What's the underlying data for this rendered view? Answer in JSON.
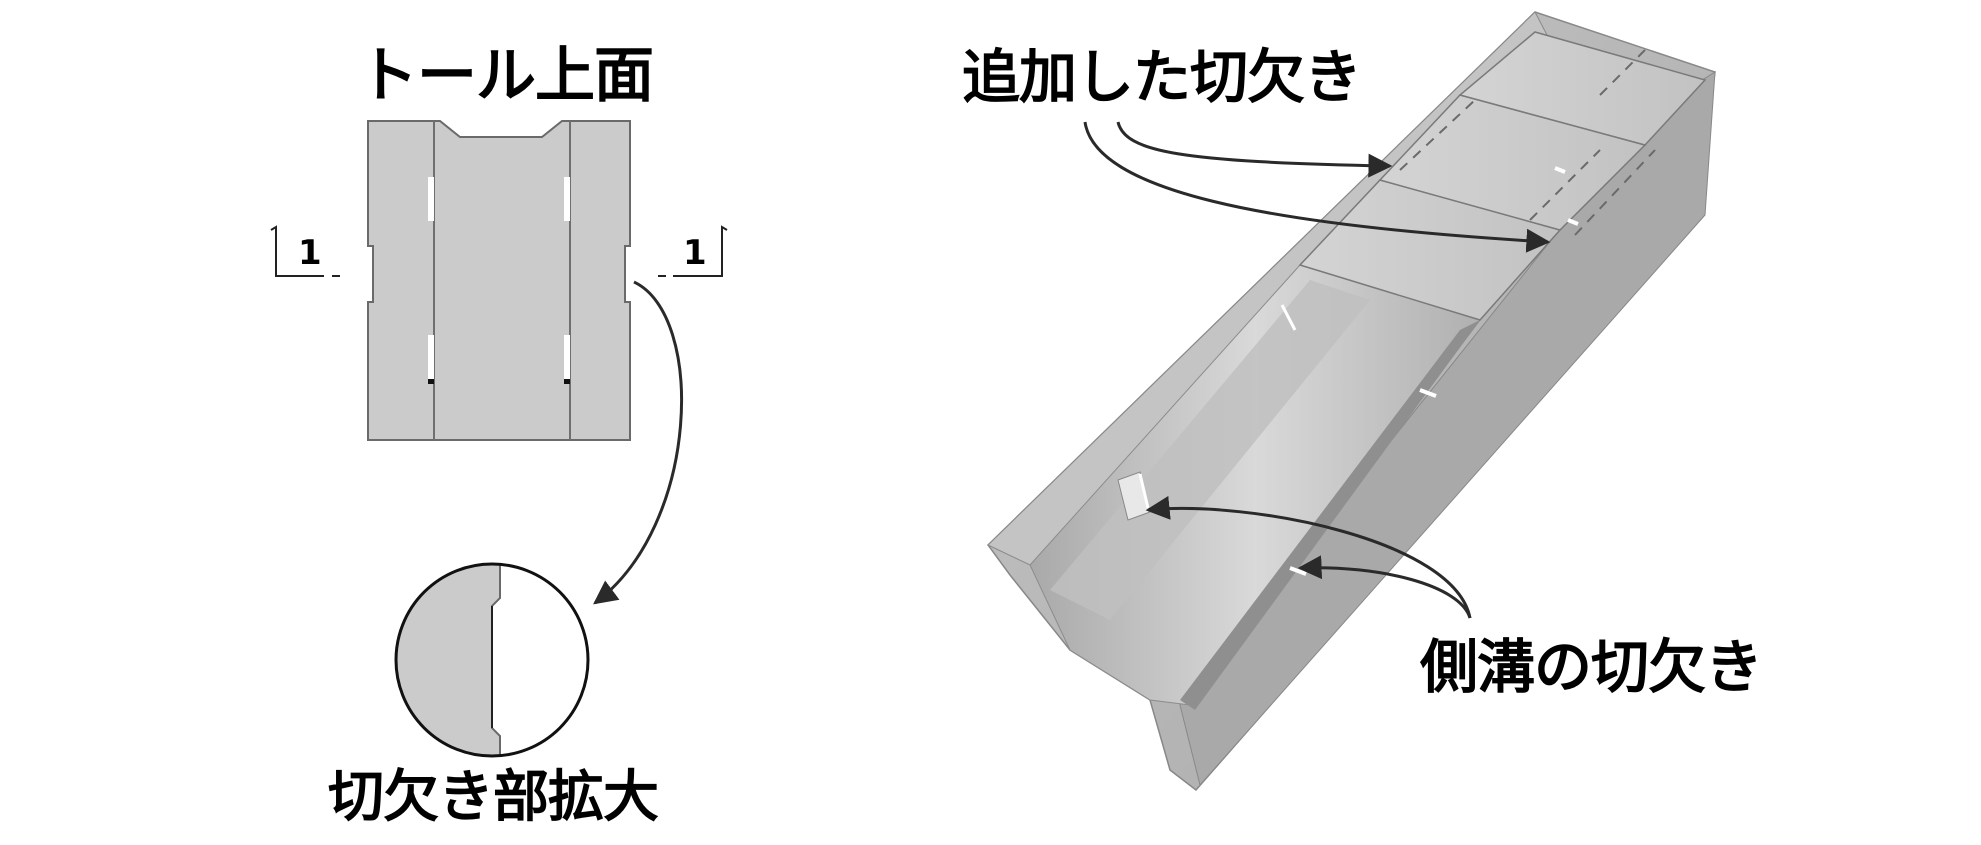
{
  "labels": {
    "top_view": "トール上面",
    "zoom_view": "切欠き部拡大",
    "added_notch": "追加した切欠き",
    "side_ditch_notch": "側溝の切欠き",
    "section_left": "1",
    "section_right": "1"
  },
  "colors": {
    "concrete_light": "#cfcfcf",
    "concrete_mid": "#b9b9b9",
    "concrete_dark": "#9a9a9a",
    "outline": "#555555",
    "arrow": "#2a2a2a",
    "text": "#000000"
  }
}
